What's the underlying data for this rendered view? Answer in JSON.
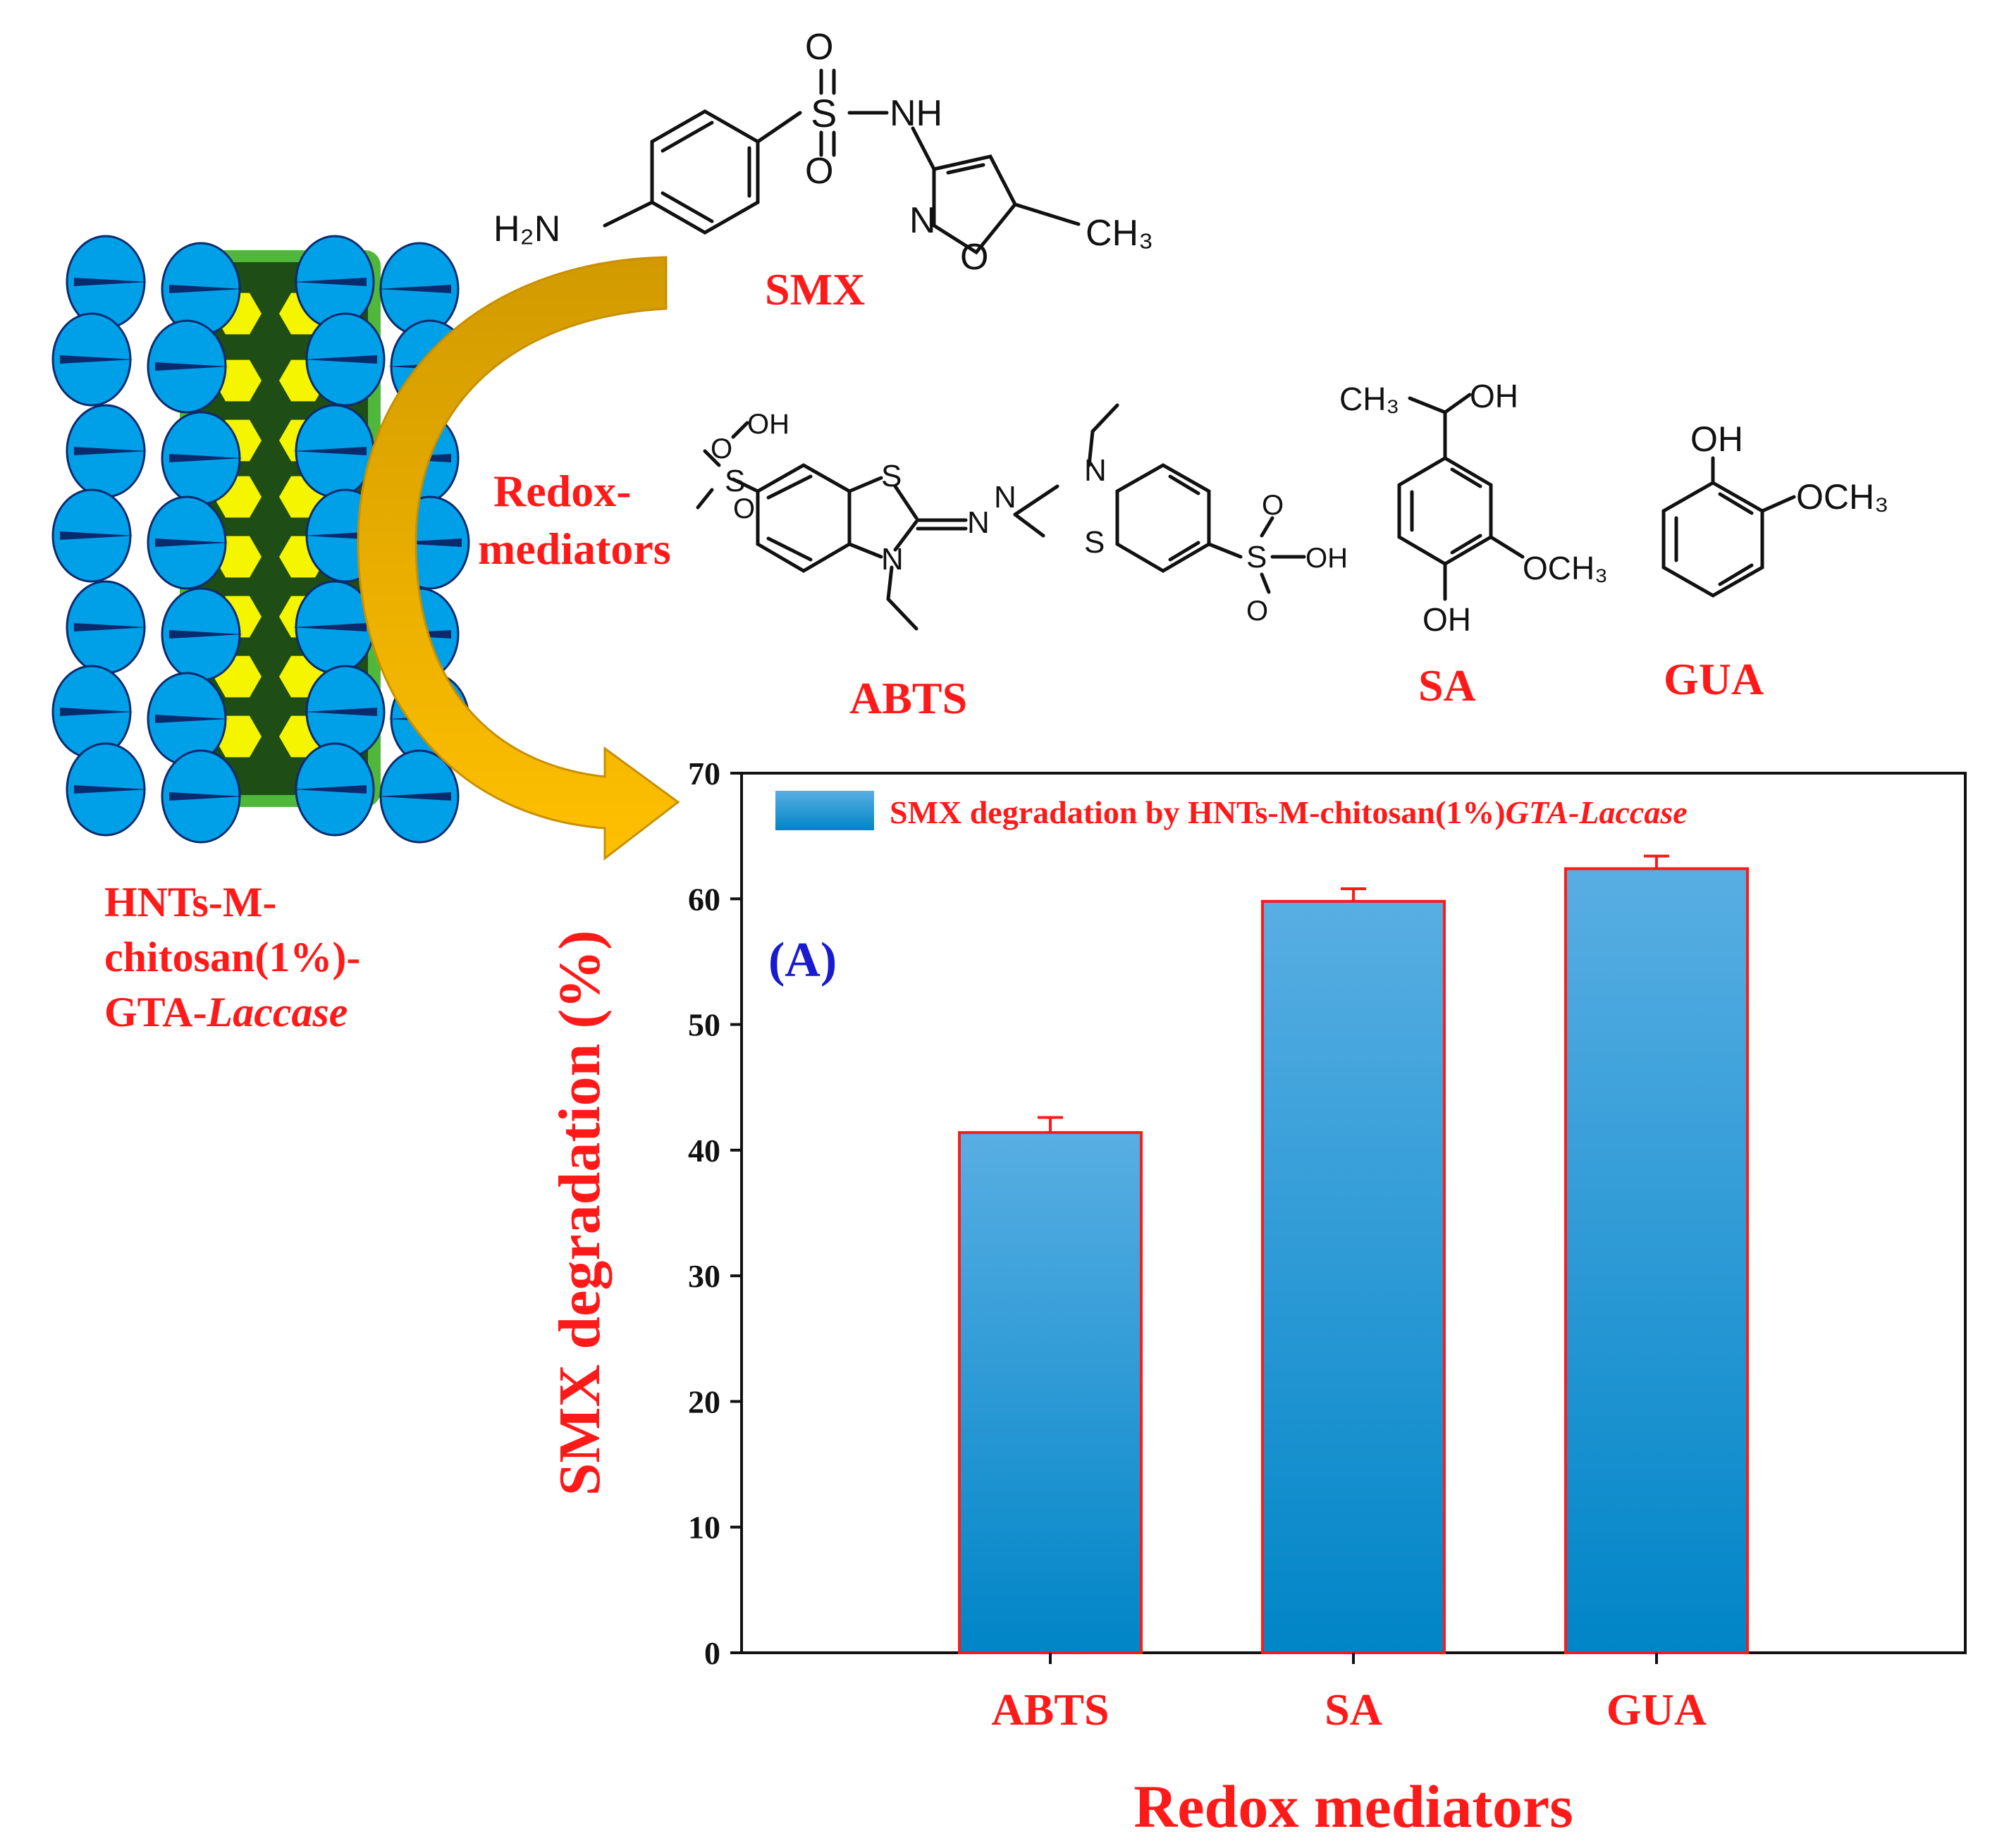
{
  "figure": {
    "molecules": {
      "smx": {
        "name": "SMX",
        "atoms": {
          "h2n": "H₂N",
          "s": "S",
          "o": "O",
          "nh": "NH",
          "n": "N",
          "ch3": "CH₃"
        }
      },
      "abts": {
        "name": "ABTS",
        "atoms": {
          "s": "S",
          "n": "N",
          "o": "O",
          "oh": "OH"
        }
      },
      "sa": {
        "name": "SA",
        "atoms": {
          "ch3": "CH₃",
          "oh": "OH",
          "och3": "OCH₃"
        }
      },
      "gua": {
        "name": "GUA",
        "atoms": {
          "oh": "OH",
          "och3": "OCH₃"
        }
      }
    },
    "arrow_label_line1": "Redox-",
    "arrow_label_line2": "mediators",
    "catalyst_label": {
      "line1": "HNTs-M-",
      "line2": "chitosan(1%)-",
      "line3_prefix": "GTA-",
      "line3_italic": "Laccase"
    },
    "colors": {
      "enzyme_blue": "#00a0e8",
      "enzyme_dark": "#0a2a6e",
      "tube_dark_green": "#1e4d16",
      "tube_light_green": "#4fb83a",
      "yellow_hex": "#f5f500",
      "arrow_gold": "#e0a800",
      "label_red": "#ff1a1a",
      "panel_blue": "#1a1ad0",
      "bar_top": "#58aee3",
      "bar_bottom": "#0085c7"
    }
  },
  "chart_data": {
    "type": "bar",
    "panel_label": "(A)",
    "categories": [
      "ABTS",
      "SA",
      "GUA"
    ],
    "series": [
      {
        "name_prefix": "SMX degradation by HNTs-M-chitosan(1%)",
        "name_italic": "GTA-Laccase",
        "values": [
          41.4,
          59.8,
          62.4
        ],
        "errors": [
          1.2,
          1.0,
          1.0
        ]
      }
    ],
    "xlabel": "Redox mediators",
    "ylabel": "SMX degradation (%)",
    "ylim": [
      0,
      70
    ],
    "yticks": [
      0,
      10,
      20,
      30,
      40,
      50,
      60,
      70
    ],
    "legend_position": "top-left",
    "grid": false
  }
}
